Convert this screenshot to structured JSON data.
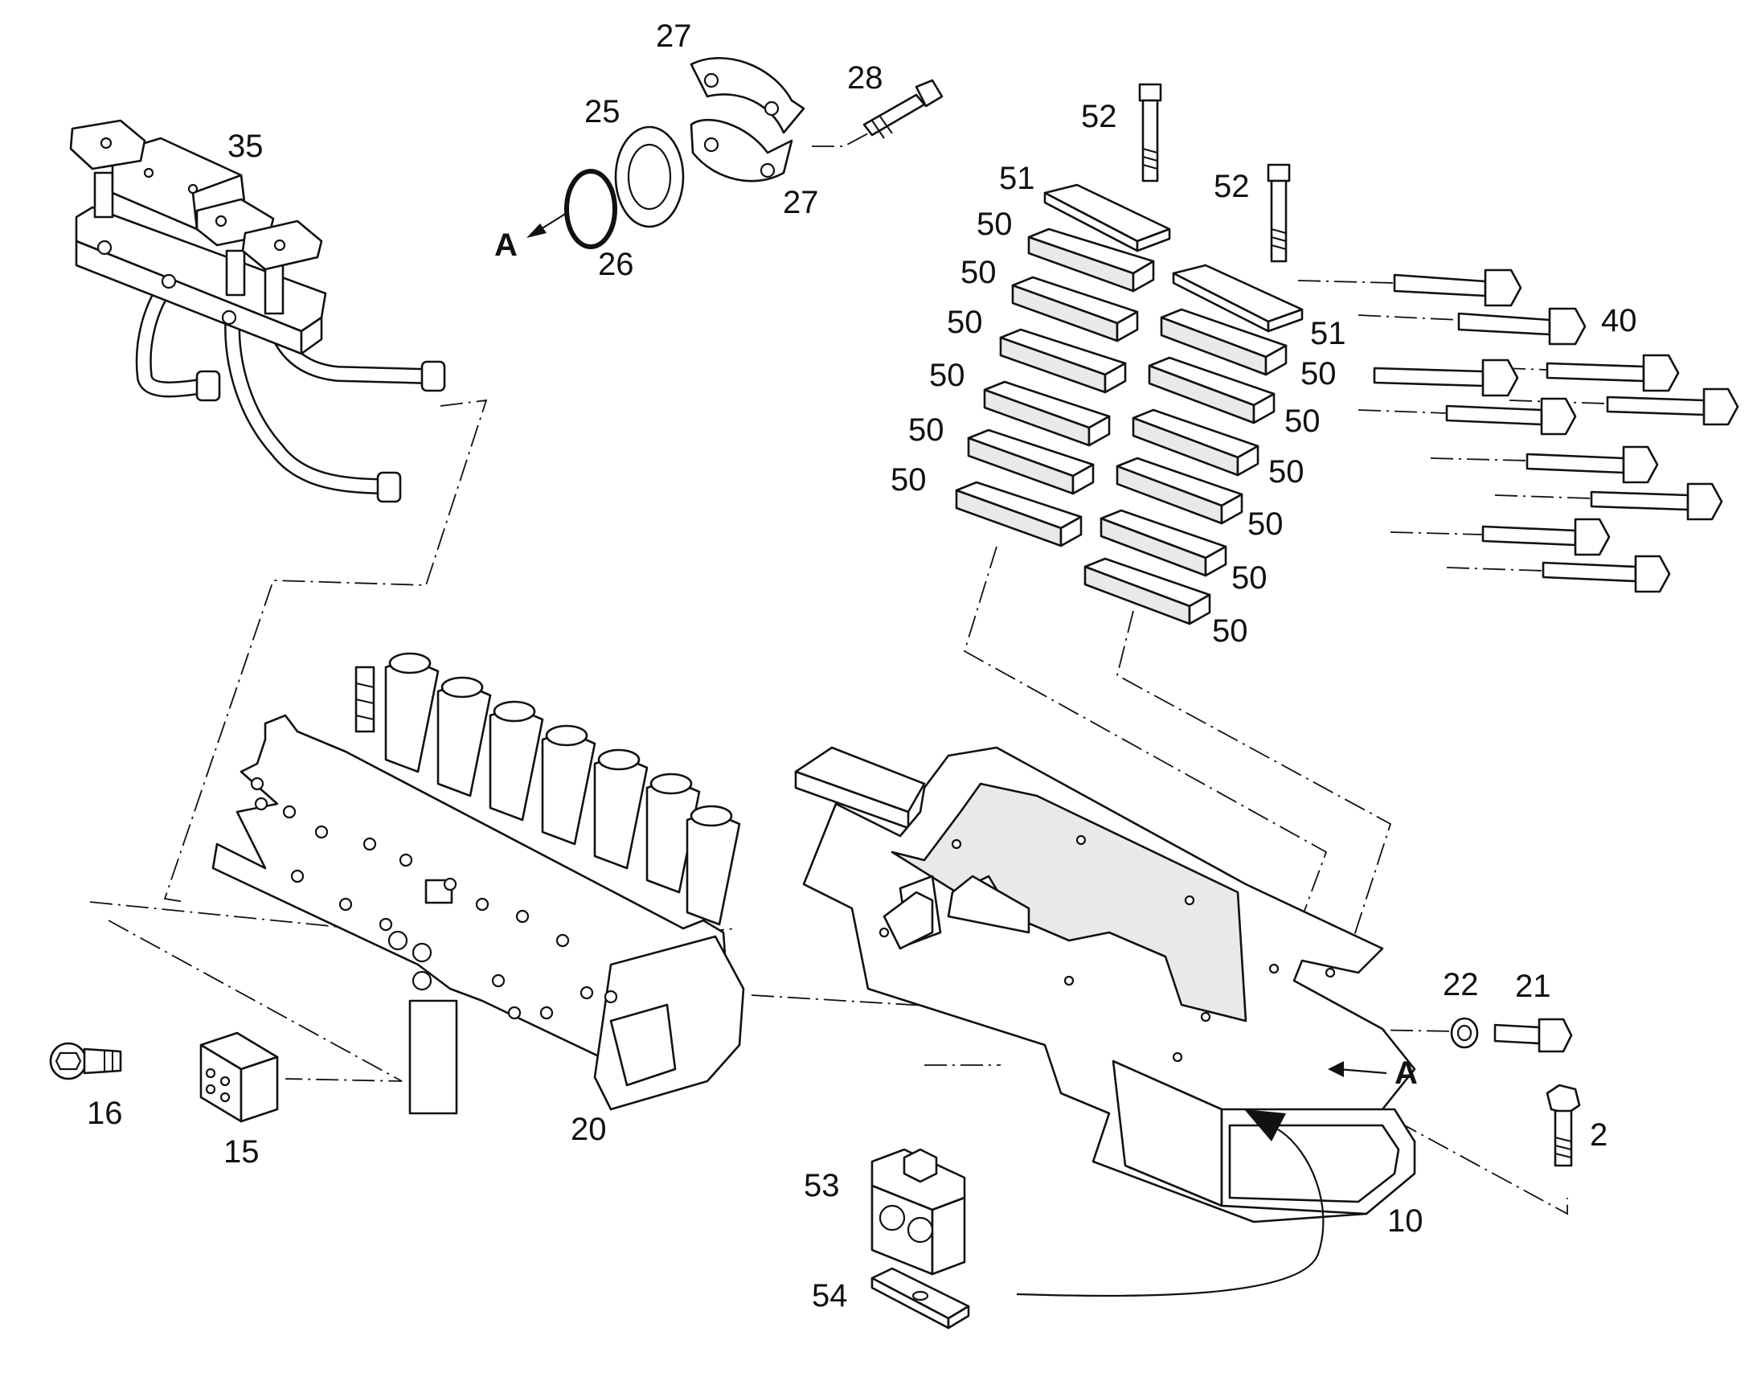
{
  "callouts": {
    "c35": "35",
    "c25": "25",
    "c26": "26",
    "c27a": "27",
    "c27b": "27",
    "c28": "28",
    "c52a": "52",
    "c52b": "52",
    "c51a": "51",
    "c51b": "51",
    "c40": "40",
    "c50_l1": "50",
    "c50_l2": "50",
    "c50_l3": "50",
    "c50_l4": "50",
    "c50_l5": "50",
    "c50_l6": "50",
    "c50_r1": "50",
    "c50_r2": "50",
    "c50_r3": "50",
    "c50_r4": "50",
    "c50_r5": "50",
    "c50_r6": "50",
    "c22": "22",
    "c21": "21",
    "c2": "2",
    "c10": "10",
    "c16": "16",
    "c15": "15",
    "c20": "20",
    "c53": "53",
    "c54": "54"
  },
  "view_markers": {
    "a_upper": "A",
    "a_lower": "A"
  }
}
